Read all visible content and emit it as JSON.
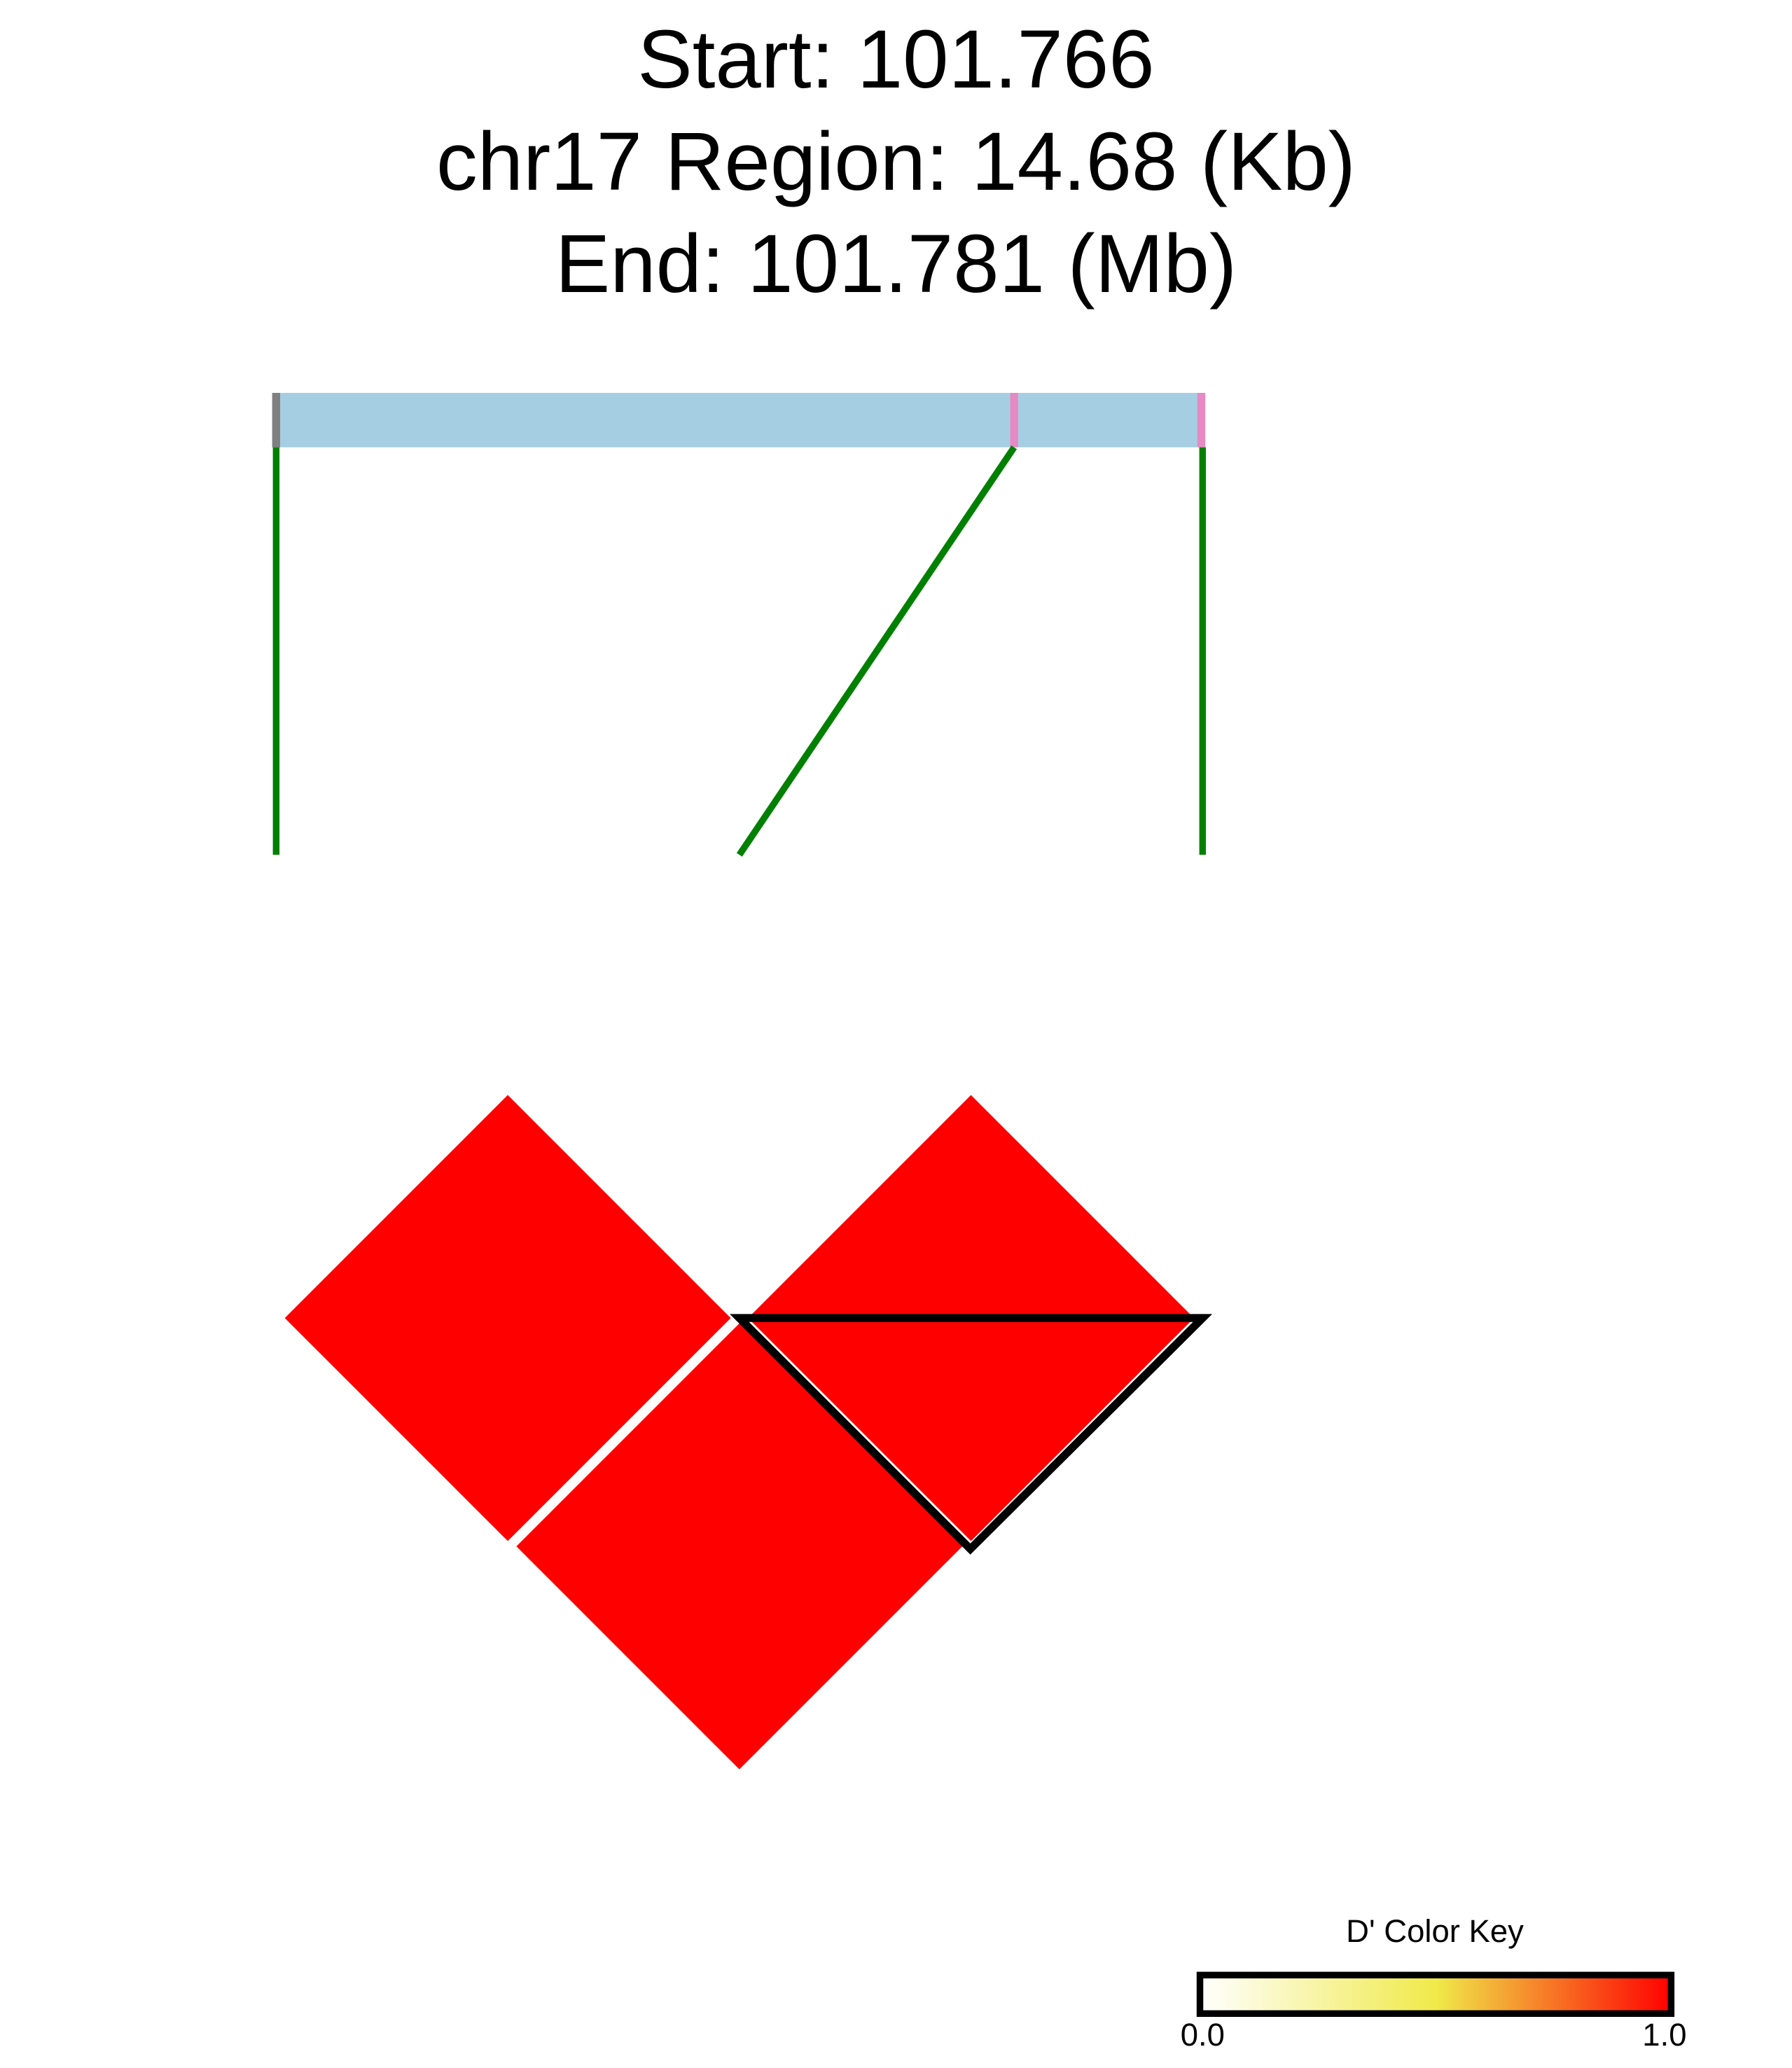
{
  "chart_data": {
    "type": "heatmap",
    "title_parts": {
      "start": "Start: 101.766",
      "region": "chr17 Region: 14.68 (Kb)",
      "end": "End: 101.781 (Mb)"
    },
    "snp_count": 3,
    "dprime_pairs": [
      {
        "pair": [
          1,
          2
        ],
        "value": 1.0
      },
      {
        "pair": [
          2,
          3
        ],
        "value": 1.0
      },
      {
        "pair": [
          1,
          3
        ],
        "value": 1.0
      }
    ],
    "block": {
      "snps": [
        2,
        3
      ]
    },
    "color_key": {
      "title": "D' Color Key",
      "min_label": "0.0",
      "max_label": "1.0",
      "colors": [
        "#ffffff",
        "#f0ea4a",
        "#ff0000"
      ]
    },
    "colors": {
      "region_bar": "#a6cee3",
      "marker_first": "#808080",
      "marker_pink": "#e78ac3",
      "connector": "#008000",
      "high_ld": "#ff0000"
    }
  }
}
